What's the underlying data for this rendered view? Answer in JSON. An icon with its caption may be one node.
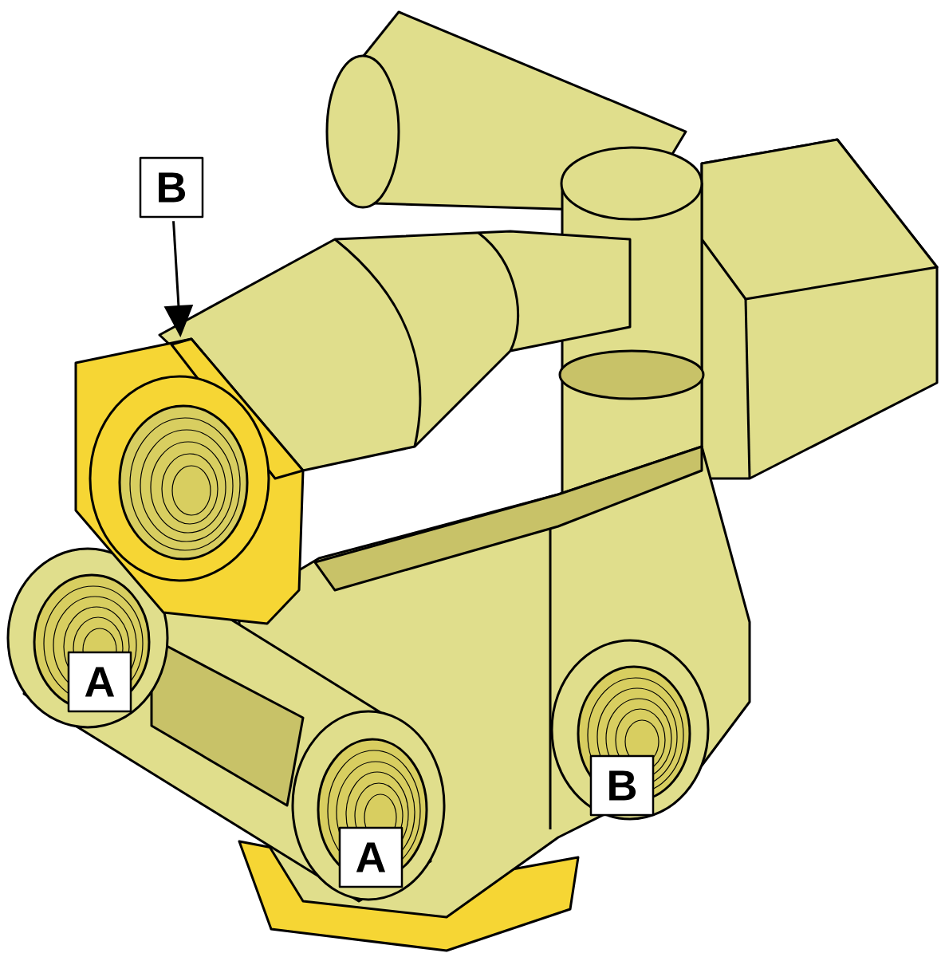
{
  "diagram": {
    "nodes": [
      {
        "text": [
          "B"
        ]
      },
      {
        "text": [],
        "shape": "picture"
      },
      {
        "text": [
          "A"
        ]
      },
      {
        "text": [
          "B"
        ]
      },
      {
        "text": [
          "A"
        ]
      }
    ],
    "edges": [
      {
        "from": 0,
        "to": 1,
        "arrow": "to"
      }
    ]
  }
}
